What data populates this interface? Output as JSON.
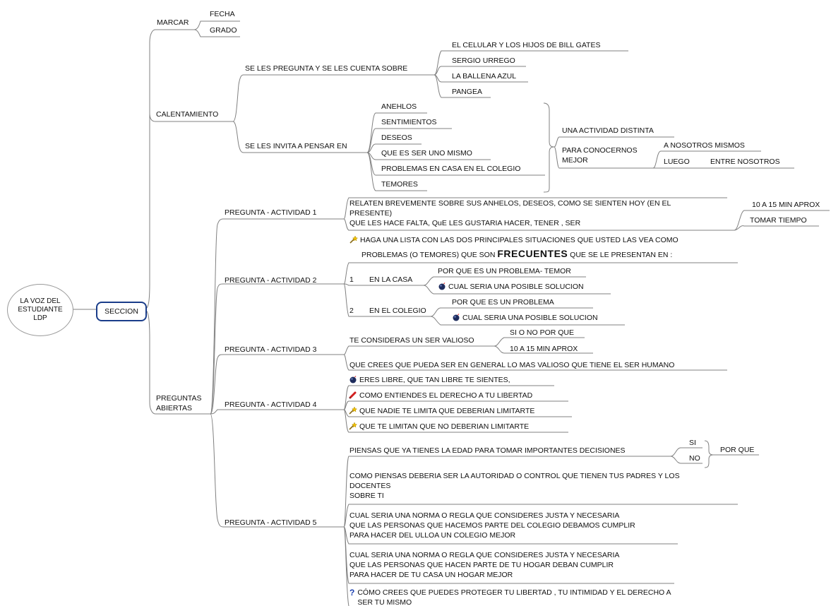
{
  "root": {
    "label": "LA VOZ DEL\nESTUDIANTE\nLDP"
  },
  "seccion": {
    "label": "SECCION"
  },
  "marcar": {
    "label": "MARCAR",
    "children": [
      "FECHA",
      "GRADO"
    ]
  },
  "calentamiento": {
    "label": "CALENTAMIENTO",
    "pregunta": {
      "label": "SE LES PREGUNTA Y SE LES CUENTA SOBRE",
      "children": [
        "EL CELULAR Y LOS HIJOS DE BILL GATES",
        "SERGIO URREGO",
        "LA BALLENA AZUL",
        "PANGEA"
      ]
    },
    "invita": {
      "label": "SE LES INVITA A PENSAR EN",
      "children": [
        "ANEHLOS",
        "SENTIMIENTOS",
        "DESEOS",
        "QUE ES SER UNO MISMO",
        "PROBLEMAS EN CASA EN EL COLEGIO",
        "TEMORES"
      ],
      "summary": {
        "actividad": "UNA ACTIVIDAD DISTINTA",
        "conocernos": "PARA CONOCERNOS\nMEJOR",
        "nosotros_mismos": "A NOSOTROS MISMOS",
        "luego": "LUEGO",
        "entre": "ENTRE NOSOTROS"
      }
    }
  },
  "preguntas": {
    "label": "PREGUNTAS\nABIERTAS",
    "a1": {
      "label": "PREGUNTA - ACTIVIDAD 1",
      "text": "RELATEN BREVEMENTE SOBRE SUS ANHELOS, DESEOS, COMO SE SIENTEN HOY (EN EL\nPRESENTE)\nQUE LES HACE FALTA, QuE LES GUSTARIA HACER, TENER , SER",
      "tiempo": "10 A 15 MIN APROX",
      "tomar": "TOMAR TIEMPO"
    },
    "a2": {
      "label": "PREGUNTA - ACTIVIDAD 2",
      "line1": "HAGA UNA LISTA CON LAS DOS PRINCIPALES SITUACIONES QUE USTED LAS VEA COMO",
      "line2a": "PROBLEMAS (O TEMORES)  QUE SON ",
      "line2b": "FRECUENTES",
      "line2c": " QUE SE LE PRESENTAN EN :",
      "n1": "1",
      "casa": "EN LA CASA",
      "casa_porque": "POR QUE ES UN PROBLEMA- TEMOR",
      "casa_sol": "CUAL SERIA UNA POSIBLE SOLUCION",
      "n2": "2",
      "colegio": "EN EL COLEGIO",
      "col_porque": "POR QUE ES UN PROBLEMA",
      "col_sol": "CUAL SERIA UNA POSIBLE SOLUCION"
    },
    "a3": {
      "label": "PREGUNTA - ACTIVIDAD 3",
      "valioso": "TE CONSIDERAS UN SER VALIOSO",
      "sino": "SI O NO POR QUE",
      "min": "10 A 15 MIN APROX",
      "general": "QUE CREES QUE PUEDA SER EN GENERAL LO MAS VALIOSO QUE TIENE EL SER HUMANO"
    },
    "a4": {
      "label": "PREGUNTA - ACTIVIDAD 4",
      "items": [
        "ERES LIBRE, QUE TAN LIBRE TE SIENTES,",
        "COMO ENTIENDES EL DERECHO A TU LIBERTAD",
        "QUE NADIE TE LIMITA QUE DEBERIAN LIMITARTE",
        "QUE TE LIMITAN  QUE NO DEBERIAN LIMITARTE"
      ]
    },
    "a5": {
      "label": "PREGUNTA - ACTIVIDAD 5",
      "edad": "PIENSAS QUE YA TIENES LA EDAD PARA TOMAR IMPORTANTES DECISIONES",
      "si": "SI",
      "no": "NO",
      "porque": "POR QUE",
      "autoridad": "COMO PIENSAS DEBERIA SER LA AUTORIDAD O CONTROL QUE TIENEN TUS PADRES Y LOS\nDOCENTES\nSOBRE TI",
      "norma_colegio": "CUAL SERIA UNA NORMA O REGLA QUE CONSIDERES JUSTA Y NECESARIA\nQUE LAS PERSONAS QUE HACEMOS PARTE DEL COLEGIO DEBAMOS CUMPLIR\nPARA HACER DEL ULLOA UN COLEGIO MEJOR",
      "norma_hogar": "CUAL SERIA  UNA NORMA O REGLA QUE CONSIDERES JUSTA Y NECESARIA\nQUE LAS PERSONAS QUE HACEN PARTE DE TU HOGAR DEBAN CUMPLIR\nPARA HACER DE TU CASA UN HOGAR MEJOR",
      "libertad": "CÓMO CREES QUE PUEDES PROTEGER TU LIBERTAD , TU INTIMIDAD Y EL DERECHO A\nSER TU MISMO"
    }
  },
  "colors": {
    "line": "#7a7a7a",
    "seccion_border": "#1a3d8a",
    "text": "#111111"
  }
}
